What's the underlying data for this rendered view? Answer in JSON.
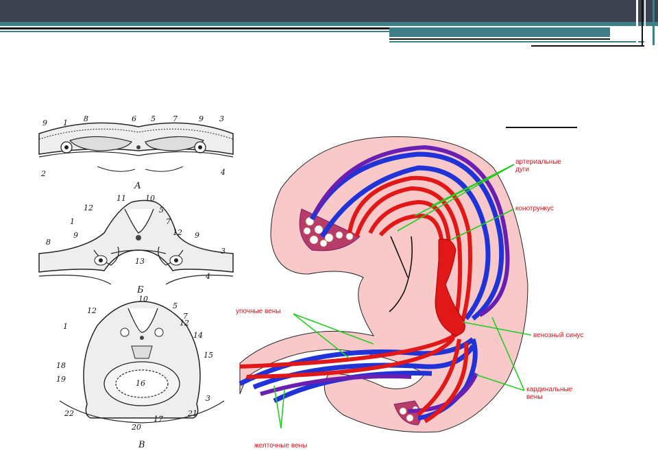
{
  "slide": {
    "colors": {
      "header_bar": "#3d4250",
      "accent_line": "#3f7e86",
      "label_red": "#d8121b",
      "pointer_green": "#22cc22"
    }
  },
  "left_figure": {
    "panel_letters": [
      "А",
      "Б",
      "В"
    ],
    "panel_a_numbers": [
      "9",
      "1",
      "8",
      "6",
      "5",
      "7",
      "9",
      "3",
      "2",
      "4"
    ],
    "panel_b_numbers": [
      "11",
      "10",
      "12",
      "5",
      "1",
      "7",
      "12",
      "8",
      "9",
      "13",
      "9",
      "3",
      "4"
    ],
    "panel_c_numbers": [
      "10",
      "5",
      "7",
      "12",
      "12",
      "1",
      "14",
      "15",
      "18",
      "16",
      "19",
      "3",
      "22",
      "17",
      "21",
      "20"
    ]
  },
  "right_figure": {
    "labels": {
      "arterial_arches": "артериальные\nдуги",
      "conotruncus": "конотрункус",
      "umbilical_veins": "упочные вены",
      "venous_sinus": "венозный синус",
      "cardinal_veins": "кардинальные\nвены",
      "vitelline_veins": "желточные вены"
    }
  }
}
